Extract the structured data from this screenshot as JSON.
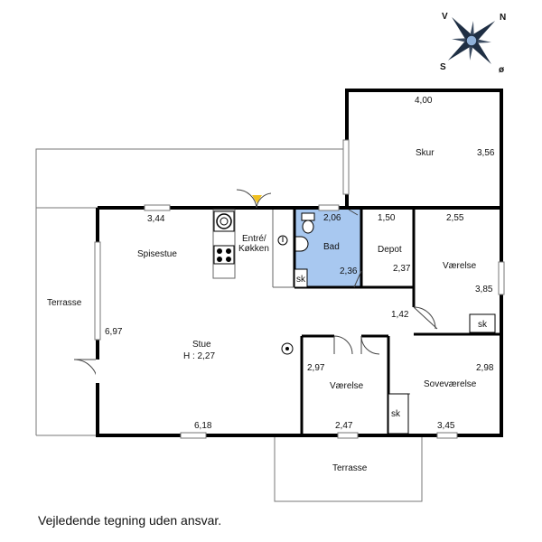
{
  "compass": {
    "n": "N",
    "s": "S",
    "v": "V",
    "o": "ø"
  },
  "rooms": {
    "skur": "Skur",
    "spisestue": "Spisestue",
    "entre_line1": "Entré/",
    "entre_line2": "Køkken",
    "bad": "Bad",
    "depot": "Depot",
    "vaerelse_right": "Værelse",
    "stue": "Stue",
    "stue_height": "H : 2,27",
    "vaerelse_mid": "Værelse",
    "sovevaerelse": "Soveværelse",
    "terrasse_left": "Terrasse",
    "terrasse_bottom": "Terrasse"
  },
  "cabinets": {
    "sk_bad": "sk",
    "sk_right": "sk",
    "sk_sove": "sk"
  },
  "dimensions": {
    "skur_w": "4,00",
    "skur_h": "3,56",
    "spise_w": "3,44",
    "stue_h": "6,97",
    "stue_w": "6,18",
    "bad_w": "2,06",
    "bad_h": "2,36",
    "depot_w": "1,50",
    "depot_h": "2,37",
    "vaer_right_w": "2,55",
    "vaer_right_h": "3,85",
    "hall_w": "1,42",
    "vaer_mid_h": "2,97",
    "vaer_mid_w": "2,47",
    "sove_h": "2,98",
    "sove_w": "3,45"
  },
  "colors": {
    "bath_fill": "#a8c8f0",
    "door_marker": "#f0c020",
    "wall": "#000000"
  },
  "disclaimer": "Vejledende tegning uden ansvar."
}
